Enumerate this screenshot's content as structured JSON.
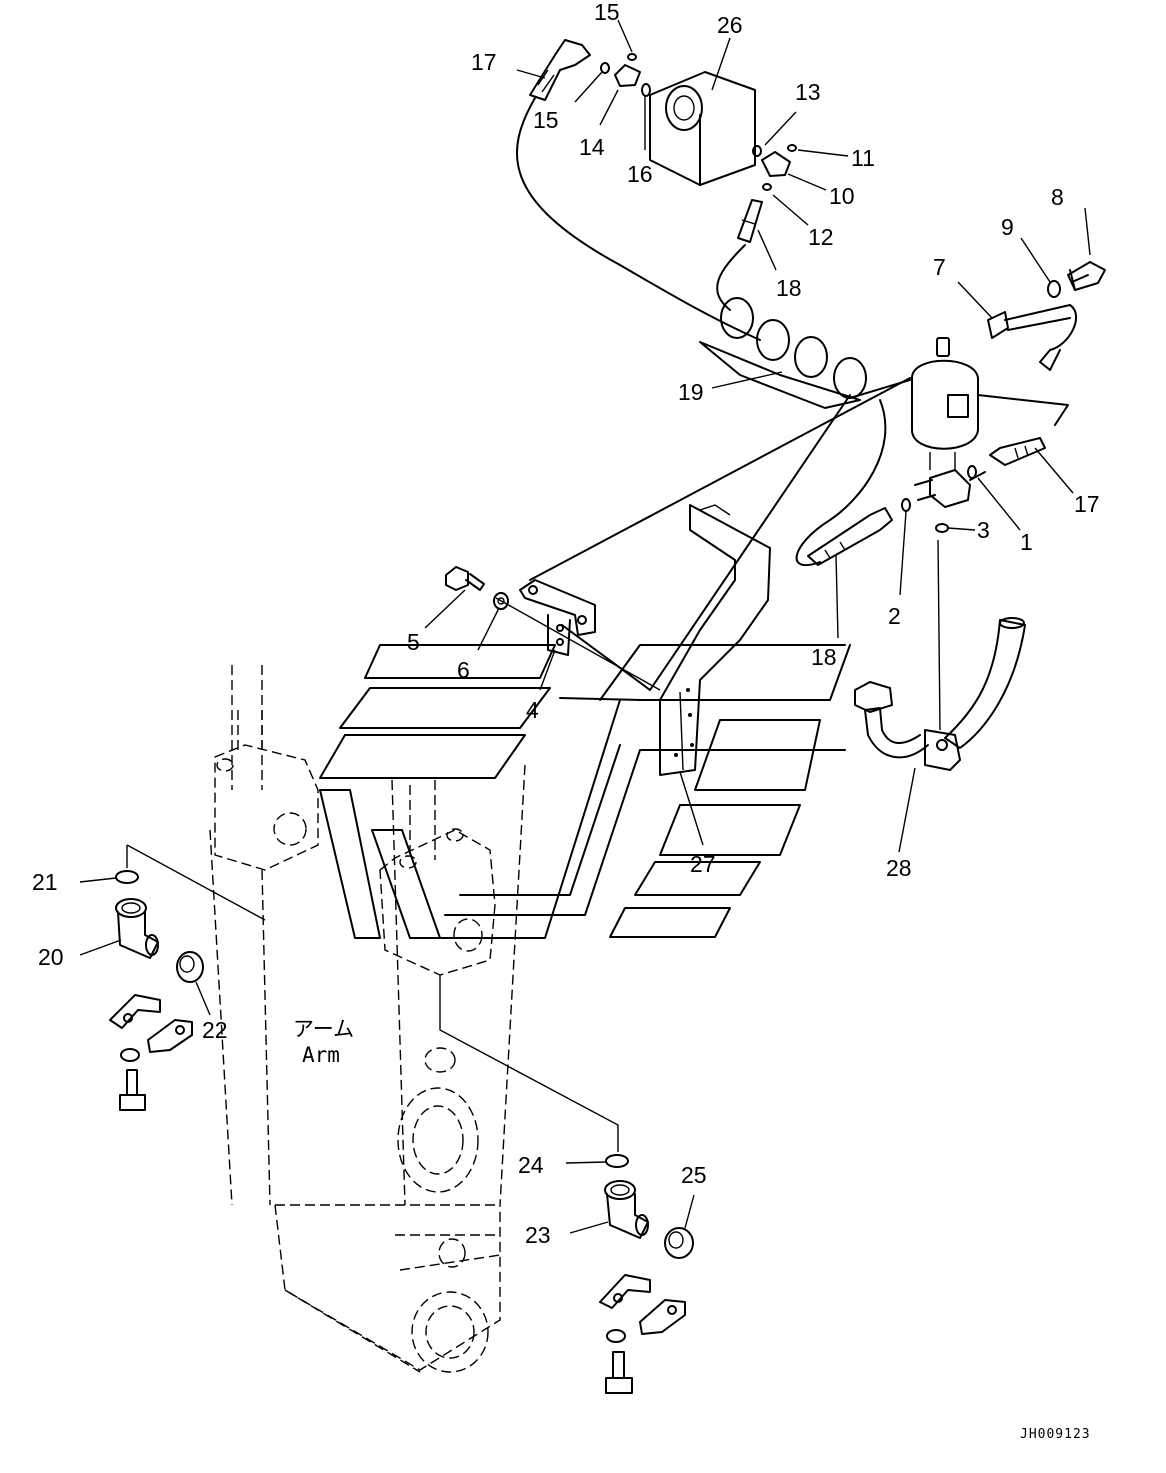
{
  "drawing": {
    "code": "JH009123",
    "arm_label_jp": "アーム",
    "arm_label_en": "Arm"
  },
  "callouts": [
    {
      "id": "c15a",
      "text": "15"
    },
    {
      "id": "c26",
      "text": "26"
    },
    {
      "id": "c17a",
      "text": "17"
    },
    {
      "id": "c15b",
      "text": "15"
    },
    {
      "id": "c14",
      "text": "14"
    },
    {
      "id": "c16",
      "text": "16"
    },
    {
      "id": "c13",
      "text": "13"
    },
    {
      "id": "c11",
      "text": "11"
    },
    {
      "id": "c10",
      "text": "10"
    },
    {
      "id": "c8",
      "text": "8"
    },
    {
      "id": "c12",
      "text": "12"
    },
    {
      "id": "c9",
      "text": "9"
    },
    {
      "id": "c7",
      "text": "7"
    },
    {
      "id": "c18a",
      "text": "18"
    },
    {
      "id": "c19",
      "text": "19"
    },
    {
      "id": "c17b",
      "text": "17"
    },
    {
      "id": "c3",
      "text": "3"
    },
    {
      "id": "c1",
      "text": "1"
    },
    {
      "id": "c5",
      "text": "5"
    },
    {
      "id": "c2",
      "text": "2"
    },
    {
      "id": "c6",
      "text": "6"
    },
    {
      "id": "c18b",
      "text": "18"
    },
    {
      "id": "c4",
      "text": "4"
    },
    {
      "id": "c27",
      "text": "27"
    },
    {
      "id": "c28",
      "text": "28"
    },
    {
      "id": "c21",
      "text": "21"
    },
    {
      "id": "c20",
      "text": "20"
    },
    {
      "id": "c22",
      "text": "22"
    },
    {
      "id": "c24",
      "text": "24"
    },
    {
      "id": "c25",
      "text": "25"
    },
    {
      "id": "c23",
      "text": "23"
    }
  ]
}
